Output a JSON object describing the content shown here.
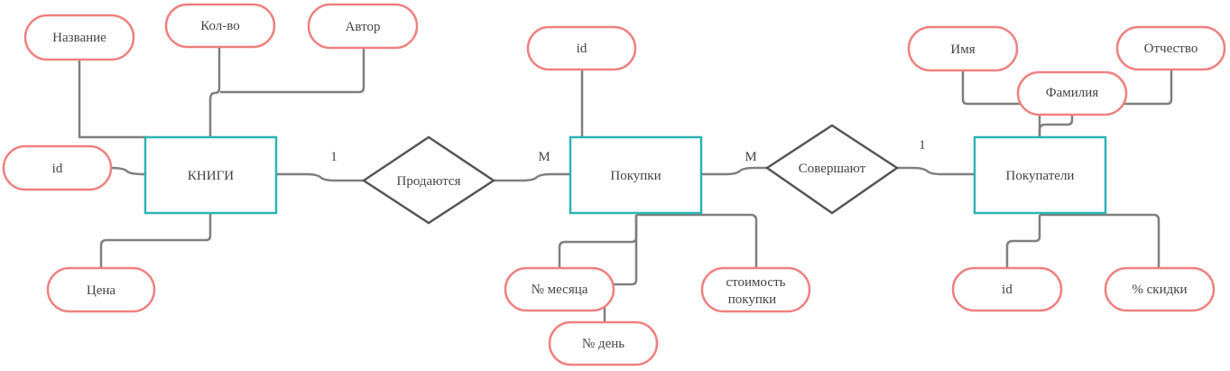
{
  "entities": {
    "books": "КНИГИ",
    "purchases": "Покупки",
    "buyers": "Покупатели"
  },
  "relationships": {
    "sold": "Продаются",
    "make": "Совершают"
  },
  "cardinalities": {
    "books_side": "1",
    "sold_purchases_side": "M",
    "make_purchases_side": "M",
    "buyers_side": "1"
  },
  "attributes": {
    "books": {
      "title": "Название",
      "qty": "Кол-во",
      "author": "Автор",
      "id": "id",
      "price": "Цена"
    },
    "purchases": {
      "id": "id",
      "month": "№ месяца",
      "day": "№ день",
      "cost_line1": "стоимость",
      "cost_line2": "покупки"
    },
    "buyers": {
      "first_name": "Имя",
      "last_name": "Фамилия",
      "patronymic": "Отчество",
      "id": "id",
      "discount": "% скидки"
    }
  },
  "colors": {
    "entity_border": "#2fb3b3",
    "attribute_border": "#ef8080",
    "relationship_border": "#555555",
    "connector": "#7f7f7f",
    "text": "#444444"
  }
}
